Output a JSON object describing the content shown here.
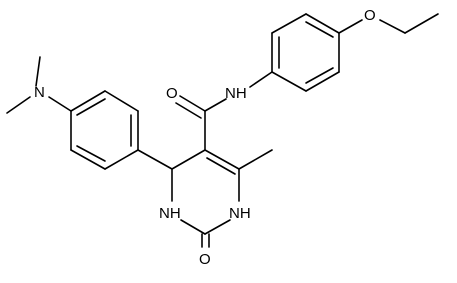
{
  "molecule": {
    "atom_labels": {
      "dimethylamino_n": "N",
      "amide_nh": "NH",
      "ether_o": "O",
      "ring_nh_left": "NH",
      "ring_nh_right": "NH",
      "carbonyl_o": "O",
      "amide_o": "O"
    }
  },
  "colors": {
    "bond": "#000000",
    "background": "#ffffff"
  }
}
